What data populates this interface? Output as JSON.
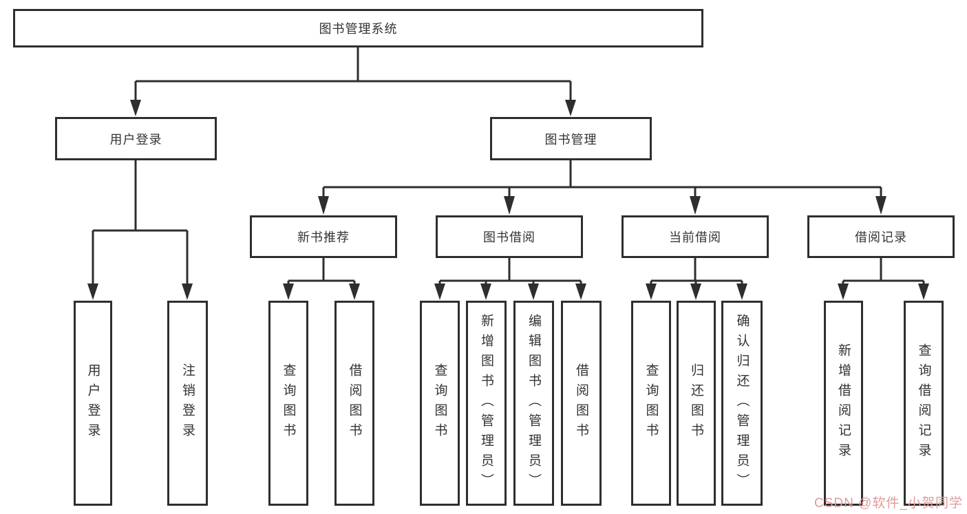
{
  "colors": {
    "line": "#2e2e2e",
    "text": "#333333",
    "background": "#ffffff",
    "watermark": "#e09a9a"
  },
  "tree": {
    "root": "图书管理系统",
    "level2": {
      "user_login": "用户登录",
      "book_mgmt": "图书管理"
    },
    "level3": {
      "new_books": "新书推荐",
      "borrowing": "图书借阅",
      "current": "当前借阅",
      "records": "借阅记录"
    },
    "leaves": {
      "login": "用户登录",
      "logout": "注销登录",
      "nb_query": "查询图书",
      "nb_borrow": "借阅图书",
      "bw_query": "查询图书",
      "bw_add": "新增图书（管理员）",
      "bw_edit": "编辑图书（管理员）",
      "bw_borrow": "借阅图书",
      "cu_query": "查询图书",
      "cu_return": "归还图书",
      "cu_confirm": "确认归还（管理员）",
      "re_add": "新增借阅记录",
      "re_query": "查询借阅记录"
    }
  },
  "watermark": {
    "text": "CSDN @软件_小贺同学"
  }
}
